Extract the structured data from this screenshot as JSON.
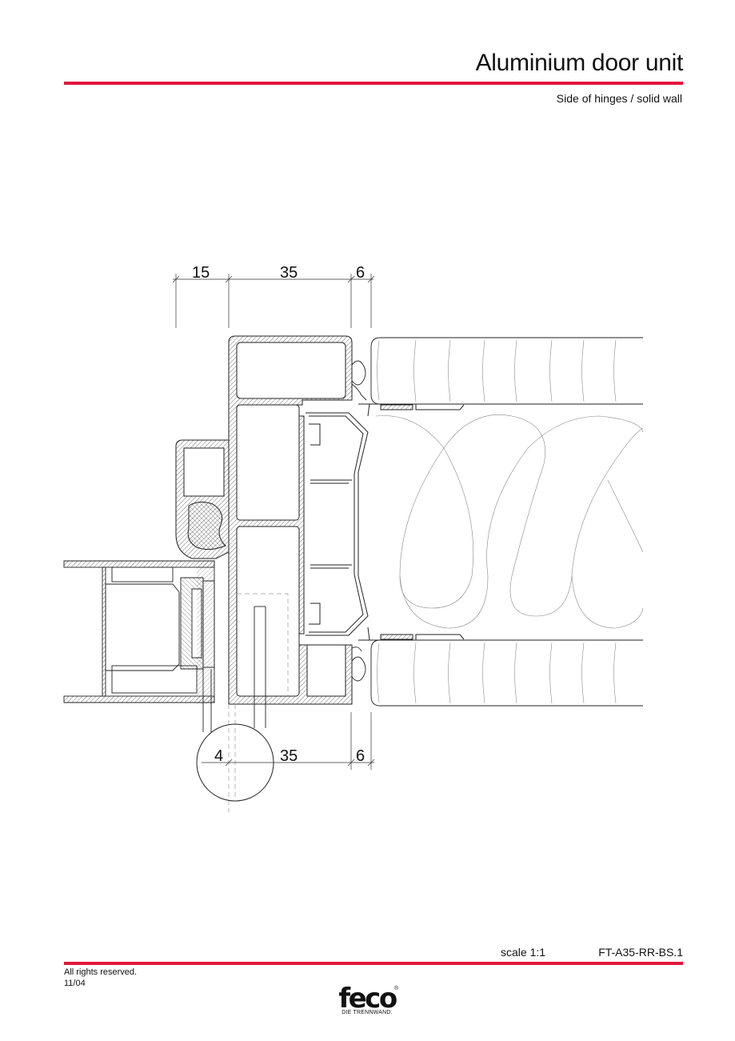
{
  "header": {
    "title": "Aluminium door unit",
    "subtitle": "Side of hinges / solid wall"
  },
  "drawing": {
    "top_dimensions": [
      "15",
      "35",
      "6"
    ],
    "bottom_dimensions": [
      "4",
      "35",
      "6"
    ]
  },
  "footer": {
    "scale": "scale 1:1",
    "code": "FT-A35-RR-BS.1",
    "rights": "All rights reserved.",
    "date": "11/04"
  },
  "logo": {
    "word": "feco",
    "registered": "®",
    "tagline": "DIE TRENNWAND."
  },
  "colors": {
    "accent": "#e3173e",
    "line": "#222222"
  }
}
